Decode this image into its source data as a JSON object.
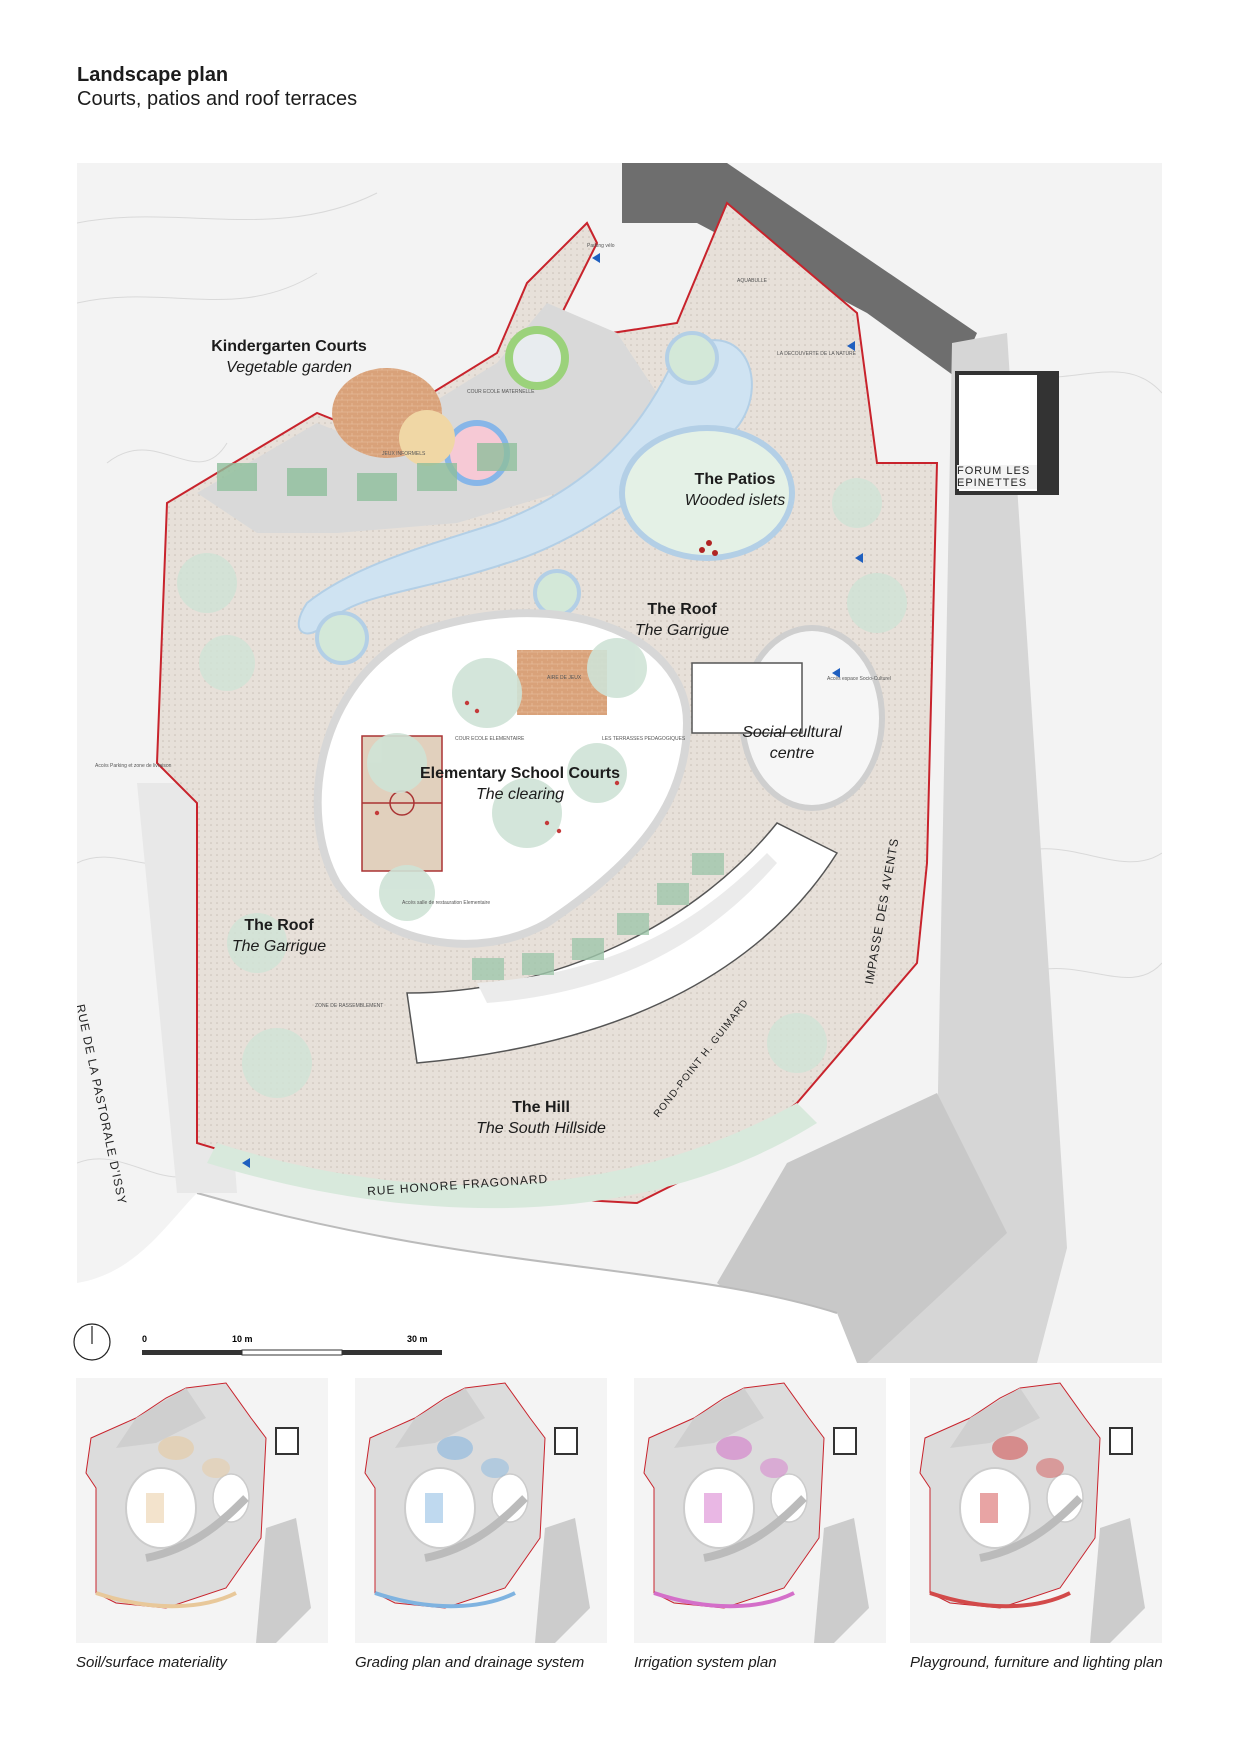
{
  "header": {
    "title": "Landscape plan",
    "subtitle": "Courts, patios and roof terraces"
  },
  "zones": [
    {
      "id": "kindergarten",
      "heading": "Kindergarten Courts",
      "sub": "Vegetable garden"
    },
    {
      "id": "patios",
      "heading": "The Patios",
      "sub": "Wooded islets"
    },
    {
      "id": "roof-east",
      "heading": "The Roof",
      "sub": "The Garrigue"
    },
    {
      "id": "social",
      "heading": "",
      "sub": "Social  cultural\ncentre"
    },
    {
      "id": "elementary",
      "heading": "Elementary School Courts",
      "sub": "The clearing"
    },
    {
      "id": "roof-west",
      "heading": "The Roof",
      "sub": "The Garrigue"
    },
    {
      "id": "hill",
      "heading": "The Hill",
      "sub": "The South Hillside"
    }
  ],
  "streets": {
    "pastorale": "RUE DE LA PASTORALE D'ISSY",
    "fragonard": "RUE HONORE FRAGONARD",
    "guimard": "ROND-POINT H. GUIMARD",
    "quatre_vents": "IMPASSE DES 4VENTS",
    "forum": "FORUM LES EPINETTES"
  },
  "small_labels": {
    "cour_maternelle": "COUR ECOLE MATERNELLE",
    "jeux": "JEUX INFORMELS",
    "aquabulle": "AQUABULLE",
    "decouverte": "LA DECOUVERTE DE LA NATURE",
    "aire_jeux": "AIRE DE JEUX",
    "cour_elementaire": "COUR ECOLE ELEMENTAIRE",
    "terrasses": "LES TERRASSES PEDAGOGIQUES",
    "rassemblement": "ZONE DE RASSEMBLEMENT",
    "acces_restauration": "Accès salle de restauration Elementaire",
    "acces_socio": "Accès espace Socio-Culturel",
    "parking": "Parking vélo",
    "acces_parking": "Accès Parking et zone de livraison"
  },
  "scale": {
    "ticks": [
      "0",
      "10 m",
      "30 m"
    ]
  },
  "thumbnails": [
    {
      "caption": "Soil/surface materiality",
      "accent": "#e8c89a"
    },
    {
      "caption": "Grading plan and drainage system",
      "accent": "#7fb3e0"
    },
    {
      "caption": "Irrigation system plan",
      "accent": "#d46fc9"
    },
    {
      "caption": "Playground, furniture and lighting plan",
      "accent": "#d24a4a"
    }
  ],
  "colors": {
    "boundary": "#c8232c",
    "water": "#cfe3f2",
    "roof": "#e8e2dc",
    "green": "#cfe3d6",
    "building": "#7a7a7a"
  }
}
